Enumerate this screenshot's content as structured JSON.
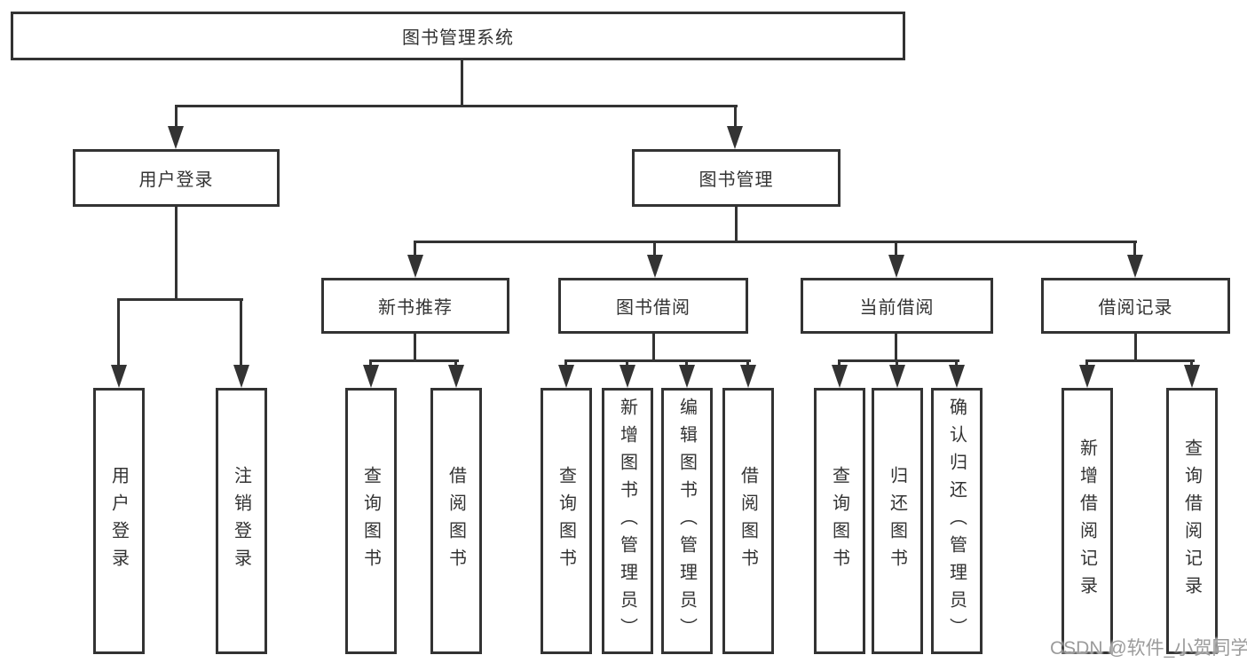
{
  "colors": {
    "line": "#333333",
    "text": "#333333",
    "watermark_color": "#9b9b9b",
    "background": "#ffffff"
  },
  "watermark": "CSDN @软件_小贺同学",
  "tree": {
    "label": "图书管理系统",
    "children": [
      {
        "label": "用户登录",
        "children": [
          {
            "label": "用户登录"
          },
          {
            "label": "注销登录"
          }
        ]
      },
      {
        "label": "图书管理",
        "children": [
          {
            "label": "新书推荐",
            "children": [
              {
                "label": "查询图书"
              },
              {
                "label": "借阅图书"
              }
            ]
          },
          {
            "label": "图书借阅",
            "children": [
              {
                "label": "查询图书"
              },
              {
                "label": "新增图书（管理员）"
              },
              {
                "label": "编辑图书（管理员）"
              },
              {
                "label": "借阅图书"
              }
            ]
          },
          {
            "label": "当前借阅",
            "children": [
              {
                "label": "查询图书"
              },
              {
                "label": "归还图书"
              },
              {
                "label": "确认归还（管理员）"
              }
            ]
          },
          {
            "label": "借阅记录",
            "children": [
              {
                "label": "新增借阅记录"
              },
              {
                "label": "查询借阅记录"
              }
            ]
          }
        ]
      }
    ]
  }
}
